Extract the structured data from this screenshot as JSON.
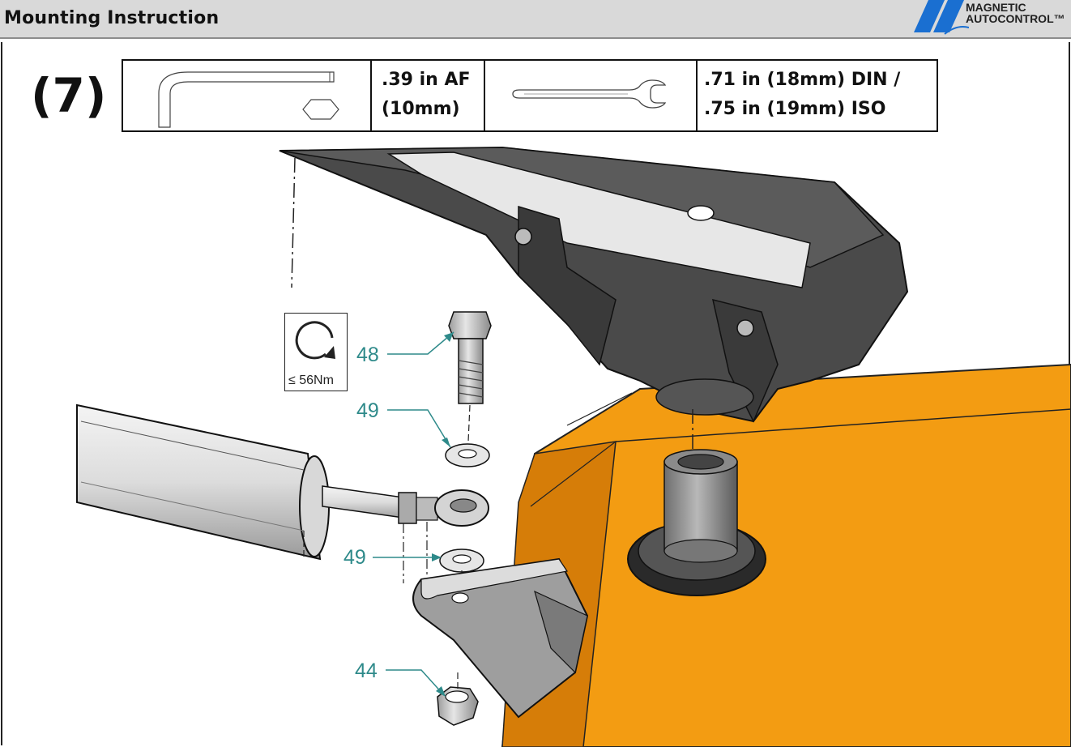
{
  "header": {
    "title": "Mounting Instruction"
  },
  "logo": {
    "line1": "MAGNETIC",
    "line2": "AUTOCONTROL™",
    "color": "#1a6fd1"
  },
  "step": {
    "number": "(7)"
  },
  "tools": [
    {
      "icon": "hex-key-icon",
      "label": ".39 in AF\n(10mm)"
    },
    {
      "icon": "wrench-icon",
      "label": ".71 in (18mm) DIN /\n.75 in (19mm) ISO"
    }
  ],
  "torque": {
    "icon": "torque-rotation-icon",
    "label": "≤ 56Nm"
  },
  "callouts": [
    "48",
    "49",
    "49",
    "44"
  ],
  "colors": {
    "housing": "#f39c12",
    "housing_dark": "#c46f05",
    "callout": "#2e8a8a",
    "arm": "#4a4a4a"
  }
}
